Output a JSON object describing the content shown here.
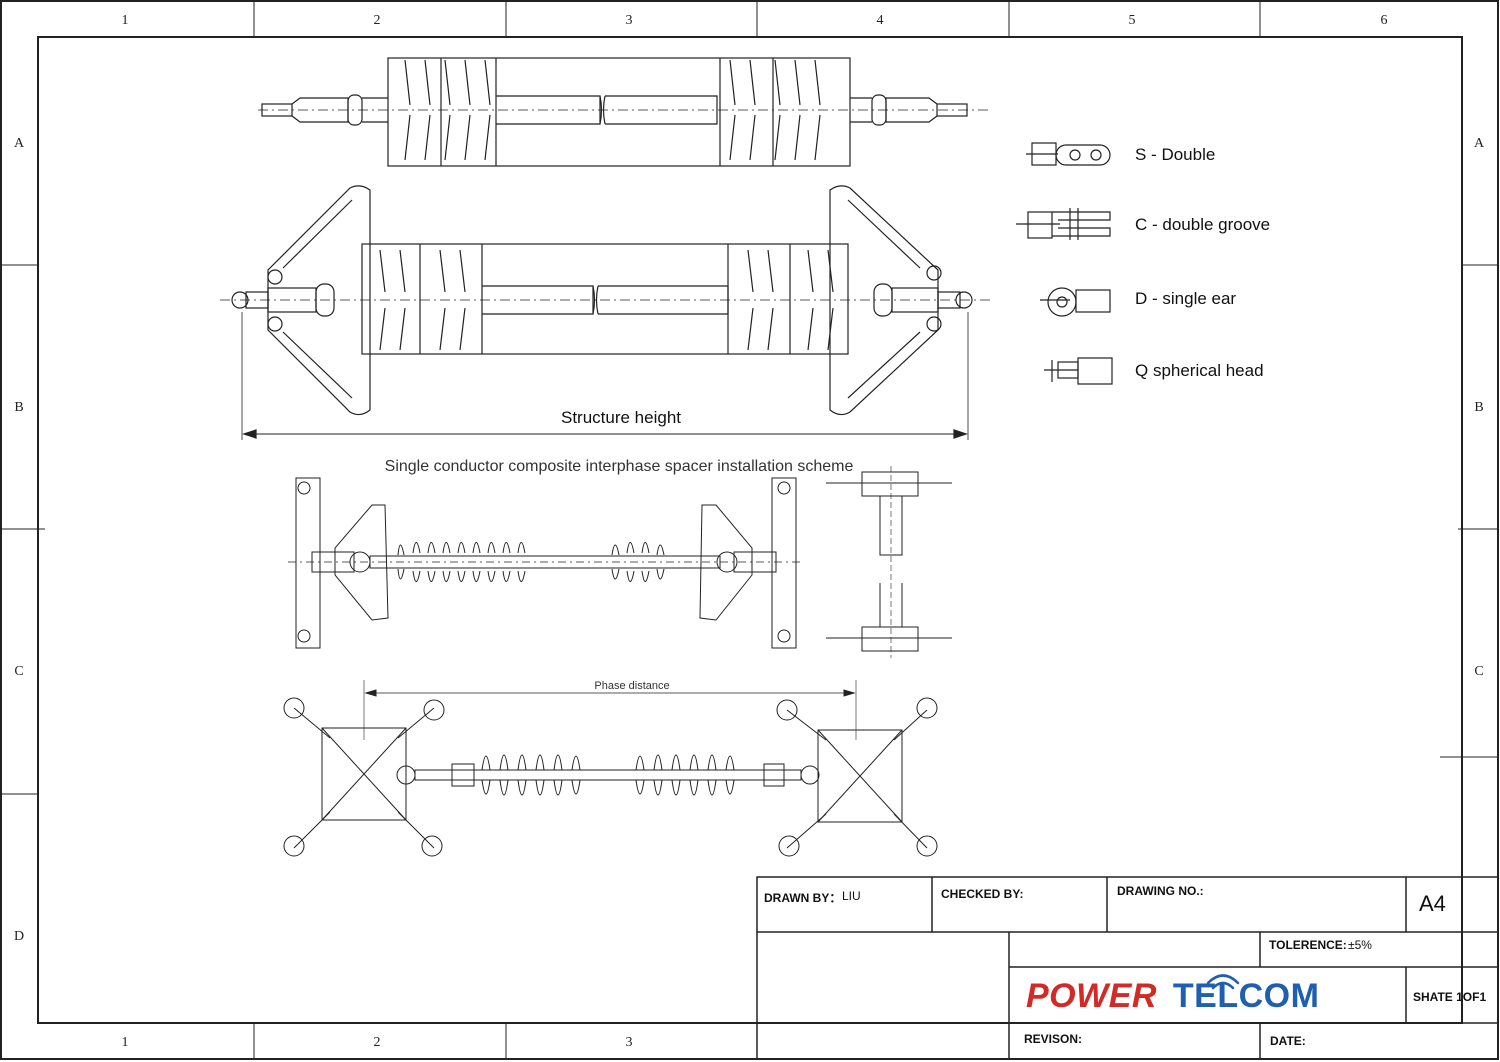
{
  "frame": {
    "columns": [
      "1",
      "2",
      "3",
      "4",
      "5",
      "6"
    ],
    "rows": [
      "A",
      "B",
      "C",
      "D"
    ]
  },
  "legend": [
    {
      "code": "S - Double"
    },
    {
      "code": "C - double groove"
    },
    {
      "code": "D - single ear"
    },
    {
      "code": "Q spherical head"
    }
  ],
  "labels": {
    "structure_height": "Structure height",
    "scheme_title": "Single conductor composite interphase spacer installation scheme",
    "phase_distance": "Phase distance"
  },
  "title_block": {
    "drawn_by_label": "DRAWN BY：",
    "drawn_by_value": "LIU",
    "checked_by_label": "CHECKED BY:",
    "drawing_no_label": "DRAWING NO.:",
    "size": "A4",
    "tolerance_label": "TOLERENCE:",
    "tolerance_value": "±5%",
    "company_left": "POWER",
    "company_right": "TELCOM",
    "sheet": "SHATE 1OF1",
    "revision_label": "REVISON:",
    "date_label": "DATE:"
  },
  "colors": {
    "brand_red": "#d22a26",
    "brand_blue": "#1f5fb0",
    "line": "#222222"
  }
}
